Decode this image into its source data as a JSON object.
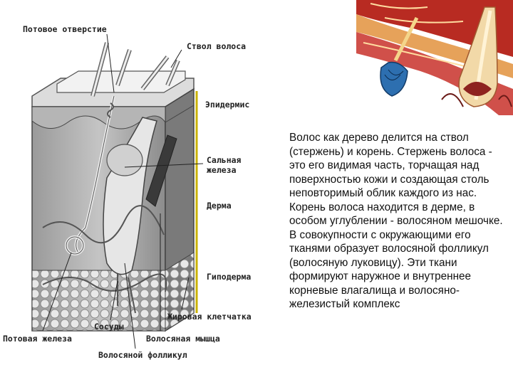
{
  "labels": {
    "sweat_pore": "Потовое отверстие",
    "hair_shaft": "Ствол волоса",
    "epidermis": "Эпидермис",
    "sebaceous_gland": "Сальная железа",
    "dermis": "Дерма",
    "hypodermis": "Гиподерма",
    "fat_tissue": "Жировая клетчатка",
    "vessels": "Сосуды",
    "sweat_gland": "Потовая железа",
    "hair_muscle": "Волосяная мышца",
    "hair_follicle": "Волосяной фолликул"
  },
  "description": "Волос как дерево делится на ствол (стержень) и корень. Стержень волоса - это его видимая часть, торчащая над поверхностью кожи и создающая столь неповторимый облик каждого из нас. Корень волоса находится в дерме, в особом углублении - волосяном мешочке. В совокупности с окружающими его тканями образует волосяной фолликул (волосяную луковицу). Эти ткани формируют наружное и внутреннее корневые влагалища и волосяно-железистый комплекс"
}
